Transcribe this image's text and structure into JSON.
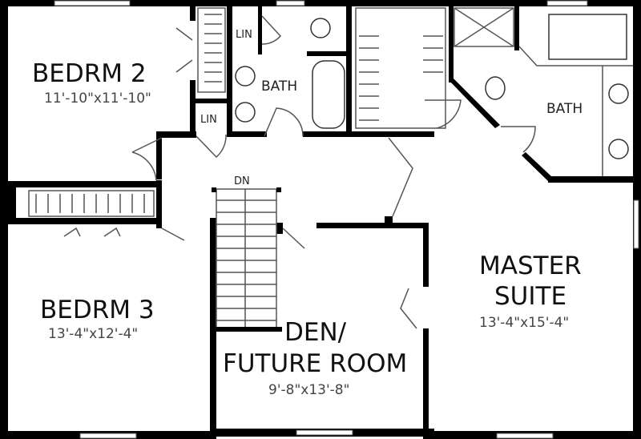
{
  "rooms": {
    "bedroom2": {
      "name": "BEDRM 2",
      "dims": "11'-10\"x11'-10\""
    },
    "bedroom3": {
      "name": "BEDRM 3",
      "dims": "13'-4\"x12'-4\""
    },
    "den": {
      "name_line1": "DEN/",
      "name_line2": "FUTURE ROOM",
      "dims": "9'-8\"x13'-8\""
    },
    "master": {
      "name_line1": "MASTER",
      "name_line2": "SUITE",
      "dims": "13'-4\"x15'-4\""
    },
    "hall_bath": {
      "name": "BATH"
    },
    "master_bath": {
      "name": "BATH"
    },
    "linen1": {
      "name": "LIN"
    },
    "linen2": {
      "name": "LIN"
    },
    "stairs": {
      "label": "DN"
    }
  }
}
